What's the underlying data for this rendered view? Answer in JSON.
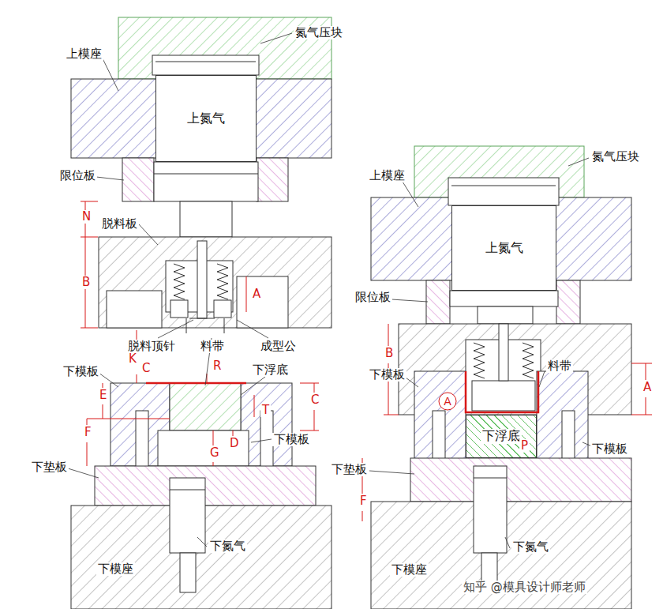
{
  "diagram": {
    "nodes": [
      {
        "text": [
          "上氮气"
        ]
      },
      {
        "text": [
          "上氮气"
        ]
      },
      {
        "text": [
          "下浮底"
        ]
      }
    ],
    "labels": [
      "氮气压块",
      "上模座",
      "限位板",
      "N",
      "脱料板",
      "B",
      "A",
      "脱料顶针",
      "料带",
      "成型公",
      "K",
      "C",
      "R",
      "下浮底",
      "下模板",
      "E",
      "C",
      "T",
      "F",
      "下模板",
      "D",
      "G",
      "下垫板",
      "下氮气",
      "下模座",
      "氮气压块",
      "上模座",
      "限位板",
      "B",
      "下模板",
      "料带",
      "A",
      "A",
      "下模板",
      "P",
      "下垫板",
      "F",
      "下氮气",
      "下模座",
      "知乎 @模具设计师老师"
    ]
  }
}
